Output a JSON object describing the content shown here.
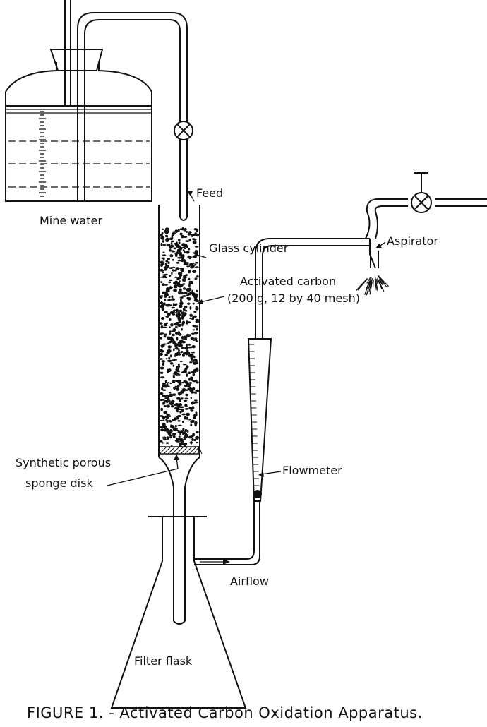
{
  "labels": {
    "mine_water": "Mine water",
    "feed": "Feed",
    "glass_cylinder": "Glass cylinder",
    "activated_carbon": "Activated carbon",
    "carbon_spec": "(200 g,  12 by 40 mesh)",
    "synthetic_line1": "Synthetic  porous",
    "synthetic_line2": "sponge disk",
    "flowmeter": "Flowmeter",
    "aspirator": "Aspirator",
    "airflow": "Airflow",
    "filter_flask": "Filter flask"
  },
  "caption": "FIGURE 1. - Activated Carbon Oxidation Apparatus.",
  "colors": {
    "ink": "#111111",
    "background": "#ffffff"
  }
}
